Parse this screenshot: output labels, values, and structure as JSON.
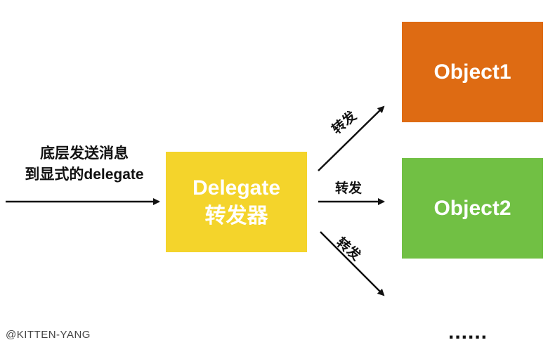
{
  "input_label": {
    "line1": "底层发送消息",
    "line2": "到显式的delegate"
  },
  "delegate": {
    "line1": "Delegate",
    "line2": "转发器",
    "color": "#f4d42b"
  },
  "objects": [
    {
      "label": "Object1",
      "color": "#de6b13"
    },
    {
      "label": "Object2",
      "color": "#71c044"
    }
  ],
  "forward_labels": [
    "转发",
    "转发",
    "转发"
  ],
  "more": "......",
  "watermark": "@KITTEN-YANG"
}
